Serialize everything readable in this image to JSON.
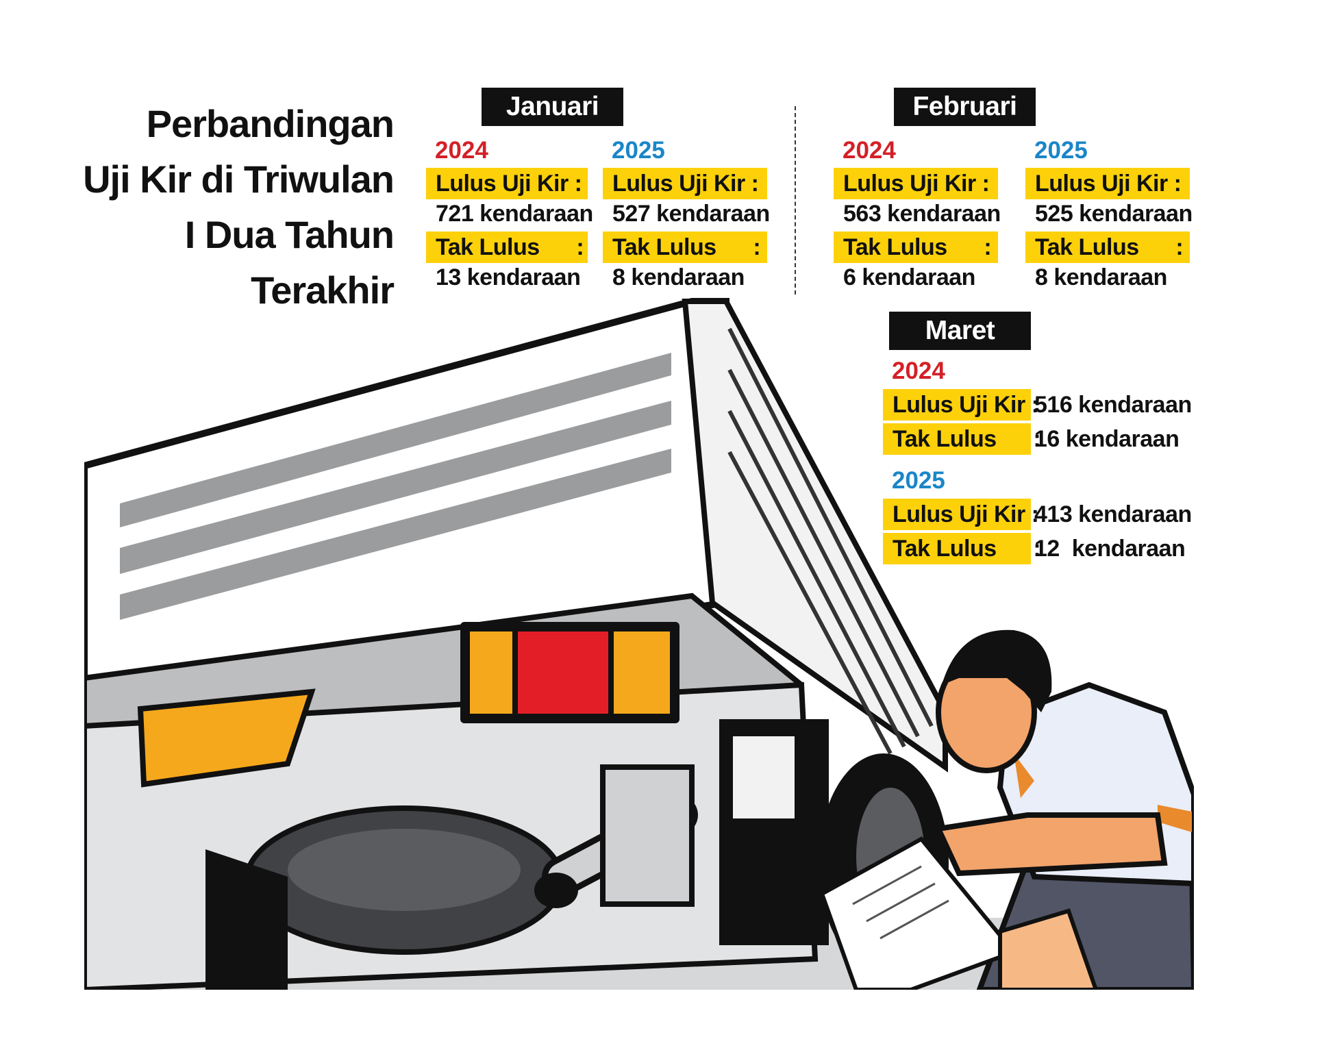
{
  "title": {
    "lines": [
      "Perbandingan",
      "Uji Kir di Triwulan",
      "I Dua Tahun",
      "Terakhir"
    ]
  },
  "labels": {
    "pass": "Lulus Uji Kir :",
    "fail": "Tak Lulus      :",
    "pass_short": "Lulus Uji Kir :",
    "fail_short": "Tak Lulus      :"
  },
  "months": [
    {
      "name": "Januari",
      "y2024": {
        "year": "2024",
        "pass": "721 kendaraan",
        "fail": "13 kendaraan"
      },
      "y2025": {
        "year": "2025",
        "pass": "527 kendaraan",
        "fail": "8 kendaraan"
      }
    },
    {
      "name": "Februari",
      "y2024": {
        "year": "2024",
        "pass": "563 kendaraan",
        "fail": "6 kendaraan"
      },
      "y2025": {
        "year": "2025",
        "pass": "525 kendaraan",
        "fail": "8 kendaraan"
      }
    },
    {
      "name": "Maret",
      "y2024": {
        "year": "2024",
        "pass": "516 kendaraan",
        "fail": "16 kendaraan"
      },
      "y2025": {
        "year": "2025",
        "pass": "413 kendaraan",
        "fail": "12  kendaraan"
      }
    }
  ],
  "colors": {
    "highlight": "#fdd10a",
    "year_2024": "#d42027",
    "year_2025": "#1a86c8",
    "tag_bg": "#111111",
    "lamp_amber": "#f6a81c",
    "lamp_red": "#e41e26",
    "skin": "#f2a46b",
    "trousers": "#515566",
    "shirt": "#e9eef8"
  },
  "illustration": {
    "subject": "truck-rear-underside",
    "person": "inspector-with-clipboard"
  }
}
